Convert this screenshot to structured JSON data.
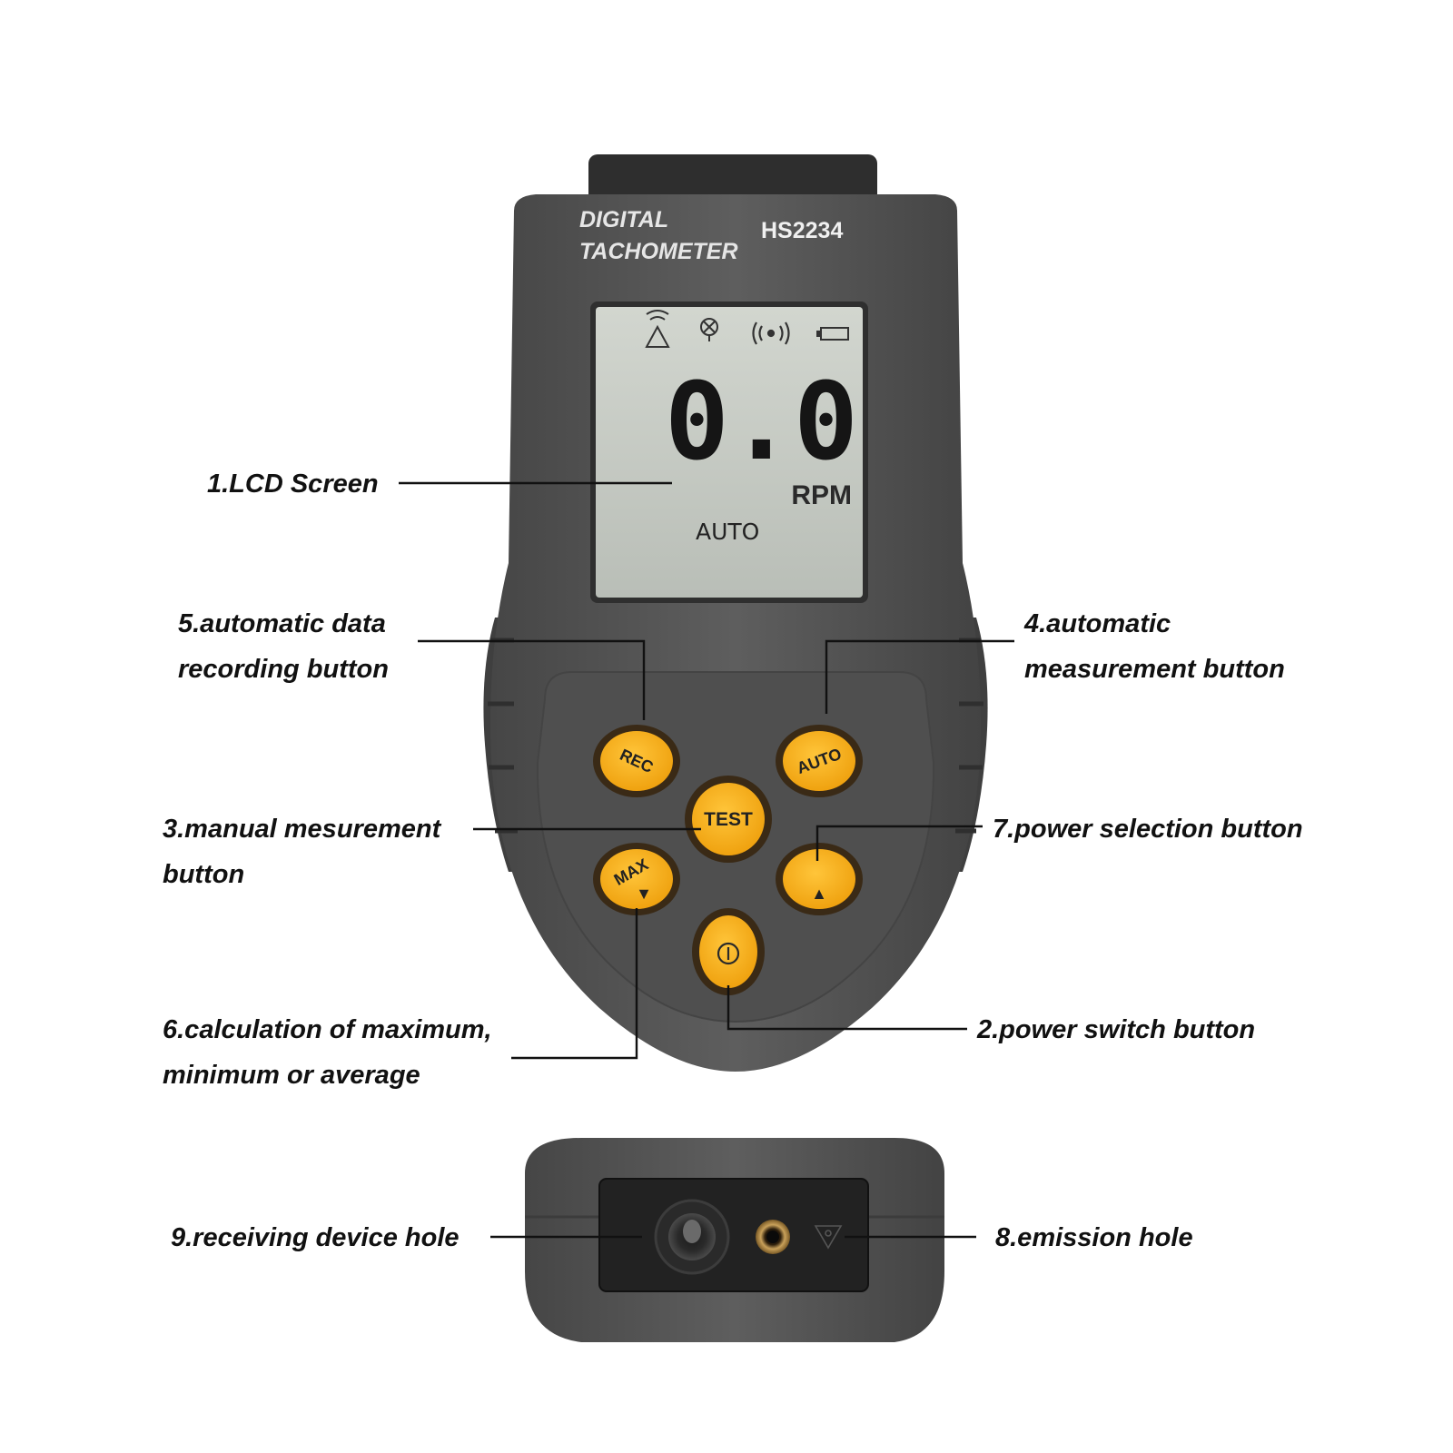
{
  "device": {
    "brand_line1": "DIGITAL",
    "brand_line2": "TACHOMETER",
    "model": "HS2234",
    "colors": {
      "body": "#575757",
      "body_dark": "#3d3d3d",
      "lcd": "#c4c9c2",
      "button": "#f7b01a",
      "button_ring": "#3a2a16"
    }
  },
  "lcd": {
    "reading": "0.0",
    "unit": "RPM",
    "mode": "AUTO",
    "indicators": [
      "laser-warning-icon",
      "target-icon",
      "signal-icon",
      "battery-icon"
    ]
  },
  "buttons": {
    "rec": "REC",
    "auto": "AUTO",
    "test": "TEST",
    "max": "MAX",
    "max_arrow": "▼",
    "up_arrow": "▲",
    "power": "⏻"
  },
  "callouts": {
    "lcd_screen": "1.LCD Screen",
    "power_switch": "2.power switch button",
    "manual_line1": "3.manual mesurement",
    "manual_line2": "button",
    "auto_meas_line1": "4.automatic",
    "auto_meas_line2": "measurement button",
    "auto_rec_line1": "5.automatic data",
    "auto_rec_line2": "recording button",
    "calc_line1": "6.calculation of maximum,",
    "calc_line2": "minimum or average",
    "power_select": "7.power selection button",
    "emission": "8.emission hole",
    "receiving": "9.receiving device hole"
  }
}
